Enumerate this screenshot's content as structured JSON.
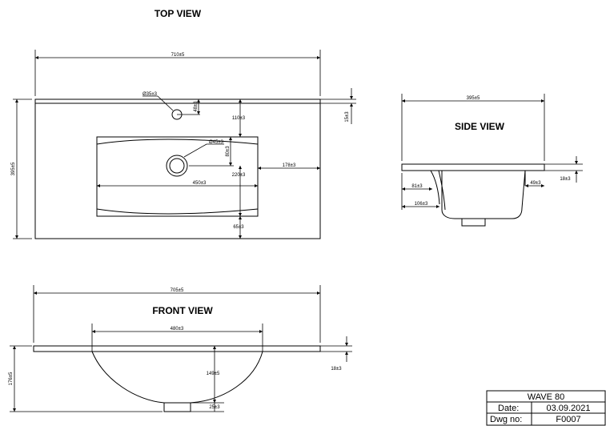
{
  "views": {
    "top": {
      "title": "TOP VIEW",
      "dims": {
        "width": "710±5",
        "depth": "395±5",
        "waste_dia": "Ø35±3",
        "waste_offset": "48±3",
        "back_margin": "110±3",
        "rim_thickness": "15±3",
        "tap_dia": "Ø45±3",
        "tap_offset": "80±3",
        "bowl_to_center": "220±3",
        "side_margin": "178±3",
        "bowl_width": "450±3",
        "front_margin": "65±3"
      }
    },
    "side": {
      "title": "SIDE VIEW",
      "dims": {
        "depth": "395±5",
        "rim_thickness": "18±3",
        "lip_a": "81±3",
        "lip_b": "106±3",
        "back_step": "49±3"
      }
    },
    "front": {
      "title": "FRONT VIEW",
      "dims": {
        "width": "705±5",
        "bowl_width": "480±3",
        "total_height": "176±5",
        "bowl_depth": "149±5",
        "rim_thickness": "18±3",
        "waste_height": "25±3"
      }
    }
  },
  "title_block": {
    "name": "WAVE 80",
    "date_label": "Date:",
    "date": "03.09.2021",
    "dwg_label": "Dwg no:",
    "dwg_no": "F0007"
  }
}
